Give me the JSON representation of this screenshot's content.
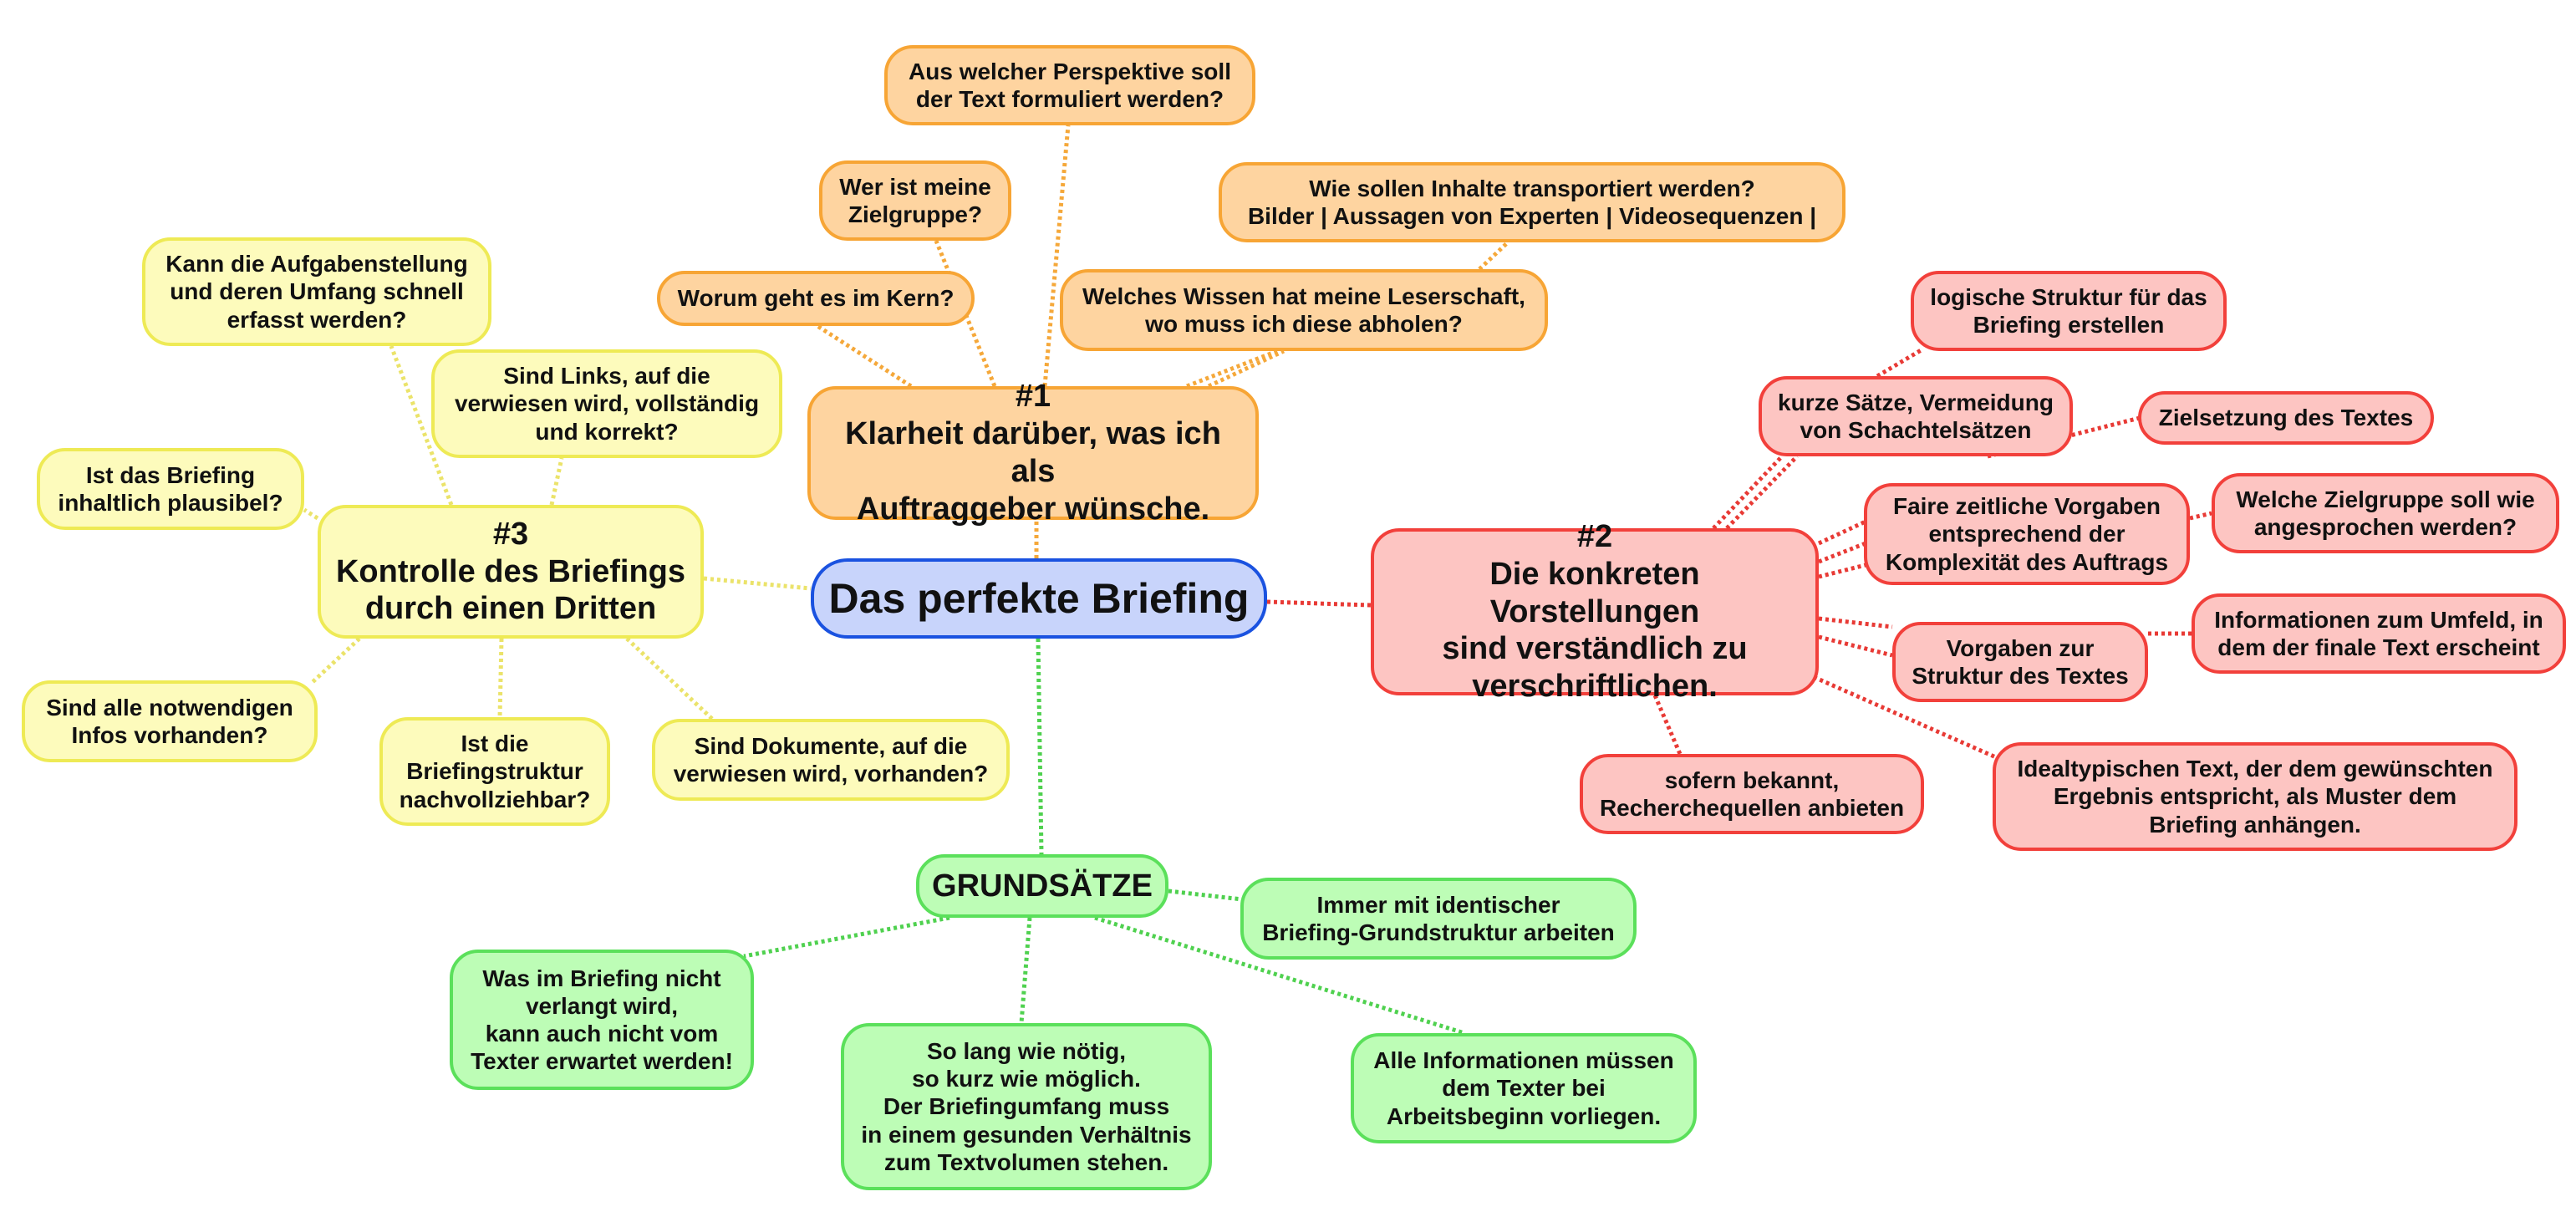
{
  "center": "Das perfekte Briefing",
  "branch1": {
    "title": "#1\nKlarheit darüber, was ich als\nAuftraggeber wünsche.",
    "items": [
      "Aus welcher Perspektive soll\nder Text formuliert werden?",
      "Wer ist meine\nZielgruppe?",
      "Worum geht es im Kern?",
      "Wie sollen Inhalte transportiert werden?\nBilder | Aussagen von Experten | Videosequenzen |",
      "Welches Wissen hat meine Leserschaft,\nwo muss ich diese abholen?"
    ]
  },
  "branch2": {
    "title": "#2\nDie konkreten Vorstellungen\nsind verständlich zu\nverschriftlichen.",
    "items": [
      "logische Struktur für das\nBriefing erstellen",
      "kurze Sätze, Vermeidung\nvon Schachtelsätzen",
      "Zielsetzung des Textes",
      "Faire zeitliche Vorgaben\nentsprechend der\nKomplexität des Auftrags",
      "Welche Zielgruppe soll wie\nangesprochen werden?",
      "Informationen zum Umfeld, in\ndem der finale Text erscheint",
      "Vorgaben zur\nStruktur des Textes",
      "sofern bekannt,\nRecherchequellen anbieten",
      "Idealtypischen Text, der dem gewünschten\nErgebnis entspricht, als Muster dem\nBriefing anhängen."
    ]
  },
  "branch3": {
    "title": "#3\nKontrolle des Briefings\ndurch einen Dritten",
    "items": [
      "Kann die Aufgabenstellung\nund deren Umfang schnell\nerfasst werden?",
      "Sind Links, auf die\nverwiesen wird, vollständig\nund korrekt?",
      "Ist das Briefing\ninhaltlich plausibel?",
      "Sind alle notwendigen\nInfos vorhanden?",
      "Ist die\nBriefingstruktur\nnachvollziehbar?",
      "Sind Dokumente, auf die\nverwiesen wird, vorhanden?"
    ]
  },
  "branch4": {
    "title": "GRUNDSÄTZE",
    "items": [
      "Immer mit identischer\nBriefing-Grundstruktur arbeiten",
      "Was im Briefing nicht\nverlangt wird,\nkann auch nicht vom\nTexter erwartet werden!",
      "So lang wie nötig,\nso kurz wie möglich.\nDer Briefingumfang muss\nin einem gesunden Verhältnis\nzum Textvolumen stehen.",
      "Alle Informationen müssen\ndem Texter bei\nArbeitsbeginn vorliegen."
    ]
  },
  "colors": {
    "orange_line": "#f5a83a",
    "red_line": "#e83a35",
    "yellow_line": "#ebe36a",
    "green_line": "#4fd14f"
  }
}
